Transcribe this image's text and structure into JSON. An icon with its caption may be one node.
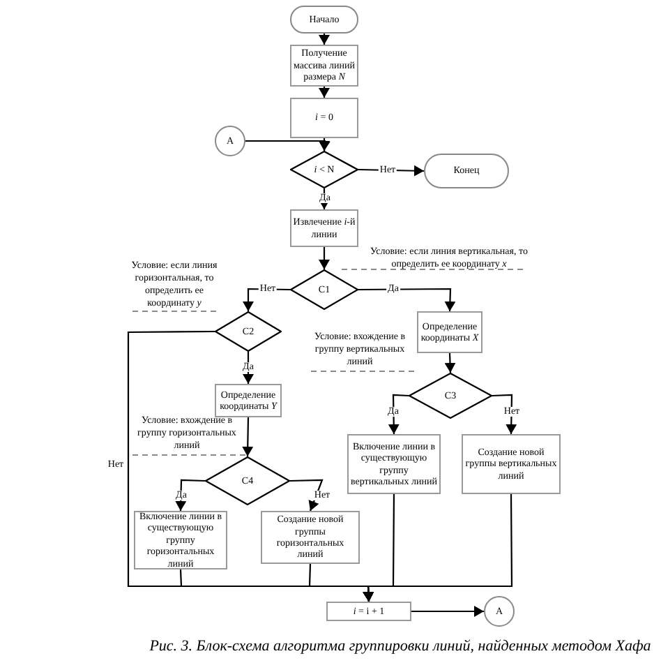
{
  "diagram": {
    "caption": "Рис. 3. Блок-схема алгоритма группировки линий, найденных методом Хафа",
    "nodes": [
      {
        "text": [
          "Начало"
        ]
      },
      {
        "text": [
          "Получение массива линий размера *N*"
        ]
      },
      {
        "text": [
          "*i* = 0"
        ]
      },
      {
        "text": [
          "А"
        ]
      },
      {
        "text": [
          "*i* < N"
        ]
      },
      {
        "text": [
          "Конец"
        ]
      },
      {
        "text": [
          "Извлечение *i*-й линии"
        ]
      },
      {
        "text": [
          "С1"
        ]
      },
      {
        "text": [
          "С2"
        ]
      },
      {
        "text": [
          "Определение координаты *X*"
        ]
      },
      {
        "text": [
          "Определение координаты *Y*"
        ]
      },
      {
        "text": [
          "С3"
        ]
      },
      {
        "text": [
          "С4"
        ]
      },
      {
        "text": [
          "Включение линии в существующую группу вертикальных линий"
        ]
      },
      {
        "text": [
          "Создание новой группы вертикальных линий"
        ]
      },
      {
        "text": [
          "Включение линии в существующую группу горизонтальных линий"
        ]
      },
      {
        "text": [
          "Создание новой группы горизонтальных линий"
        ]
      },
      {
        "text": [
          "*i* = i + 1"
        ]
      },
      {
        "text": [
          "А"
        ]
      }
    ],
    "edges": [
      {
        "from": 0,
        "to": 1,
        "arrow": "to"
      },
      {
        "from": 1,
        "to": 2,
        "arrow": "to"
      },
      {
        "from": 2,
        "to": 4,
        "arrow": "to"
      },
      {
        "from": 3,
        "to": 4,
        "arrow": "to"
      },
      {
        "from": 4,
        "to": 5,
        "arrow": "to",
        "label": "Нет"
      },
      {
        "from": 4,
        "to": 6,
        "arrow": "to",
        "label": "Да"
      },
      {
        "from": 6,
        "to": 7,
        "arrow": "to"
      },
      {
        "from": 7,
        "to": 8,
        "arrow": "to",
        "label": "Нет"
      },
      {
        "from": 7,
        "to": 9,
        "arrow": "to",
        "label": "Да"
      },
      {
        "from": 8,
        "to": 10,
        "arrow": "to",
        "label": "Да"
      },
      {
        "from": 8,
        "to": 17,
        "arrow": "to",
        "label": "Нет"
      },
      {
        "from": 9,
        "to": 11,
        "arrow": "to"
      },
      {
        "from": 10,
        "to": 12,
        "arrow": "to"
      },
      {
        "from": 11,
        "to": 13,
        "arrow": "to",
        "label": "Да"
      },
      {
        "from": 11,
        "to": 14,
        "arrow": "to",
        "label": "Нет"
      },
      {
        "from": 12,
        "to": 15,
        "arrow": "to",
        "label": "Да"
      },
      {
        "from": 12,
        "to": 16,
        "arrow": "to",
        "label": "Нет"
      },
      {
        "from": 13,
        "to": 17,
        "arrow": "to"
      },
      {
        "from": 14,
        "to": 17,
        "arrow": "to"
      },
      {
        "from": 15,
        "to": 17,
        "arrow": "to"
      },
      {
        "from": 16,
        "to": 17,
        "arrow": "to"
      },
      {
        "from": 17,
        "to": 18,
        "arrow": "to"
      }
    ],
    "labels": [
      "Условие: если линия вертикальная, то определить ее координату *x*",
      "Условие: если линия горизонтальная, то определить ее координату *y*",
      "Условие: вхождение в группу вертикальных линий",
      "Условие: вхождение в группу горизонтальных линий"
    ]
  }
}
